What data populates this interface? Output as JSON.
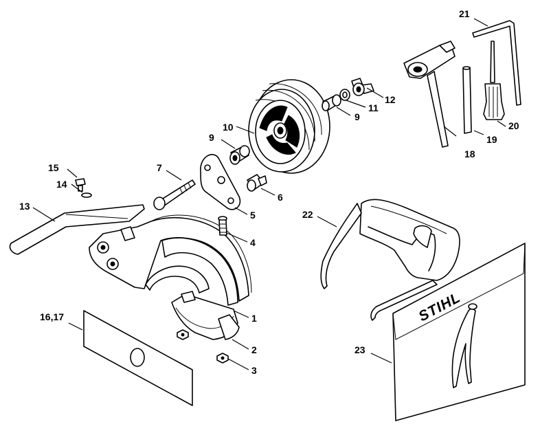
{
  "labels": {
    "l1": "1",
    "l2": "2",
    "l3": "3",
    "l4": "4",
    "l5": "5",
    "l6": "6",
    "l7": "7",
    "l8": "9",
    "l9": "9",
    "l10": "10",
    "l11": "11",
    "l12": "12",
    "l13": "13",
    "l14": "14",
    "l15": "15",
    "l16": "16,17",
    "l18": "18",
    "l19": "19",
    "l20": "20",
    "l21": "21",
    "l22": "22",
    "l23": "23"
  },
  "logo_text": "STIHL",
  "colors": {
    "line": "#000000",
    "background": "#ffffff"
  }
}
